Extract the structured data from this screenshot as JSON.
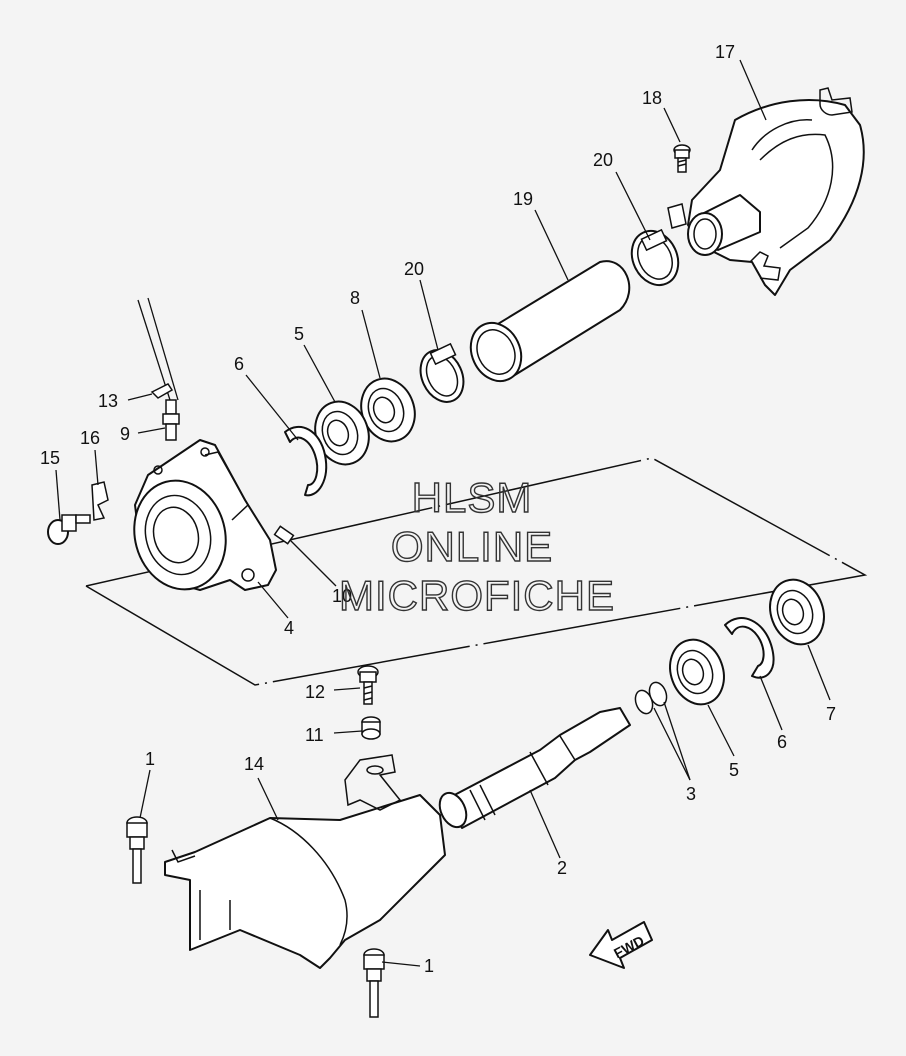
{
  "watermark": {
    "line1": "HLSM",
    "line2": "ONLINE",
    "line3": "MICROFICHE"
  },
  "direction_label": "FWD",
  "callouts": [
    {
      "id": "c17",
      "number": "17"
    },
    {
      "id": "c18",
      "number": "18"
    },
    {
      "id": "c20a",
      "number": "20"
    },
    {
      "id": "c19",
      "number": "19"
    },
    {
      "id": "c20b",
      "number": "20"
    },
    {
      "id": "c8",
      "number": "8"
    },
    {
      "id": "c5a",
      "number": "5"
    },
    {
      "id": "c6a",
      "number": "6"
    },
    {
      "id": "c13",
      "number": "13"
    },
    {
      "id": "c9",
      "number": "9"
    },
    {
      "id": "c16",
      "number": "16"
    },
    {
      "id": "c15",
      "number": "15"
    },
    {
      "id": "c10",
      "number": "10"
    },
    {
      "id": "c4",
      "number": "4"
    },
    {
      "id": "c7",
      "number": "7"
    },
    {
      "id": "c6b",
      "number": "6"
    },
    {
      "id": "c5b",
      "number": "5"
    },
    {
      "id": "c3",
      "number": "3"
    },
    {
      "id": "c12",
      "number": "12"
    },
    {
      "id": "c11",
      "number": "11"
    },
    {
      "id": "c14",
      "number": "14"
    },
    {
      "id": "c1a",
      "number": "1"
    },
    {
      "id": "c2",
      "number": "2"
    },
    {
      "id": "c1b",
      "number": "1"
    }
  ]
}
